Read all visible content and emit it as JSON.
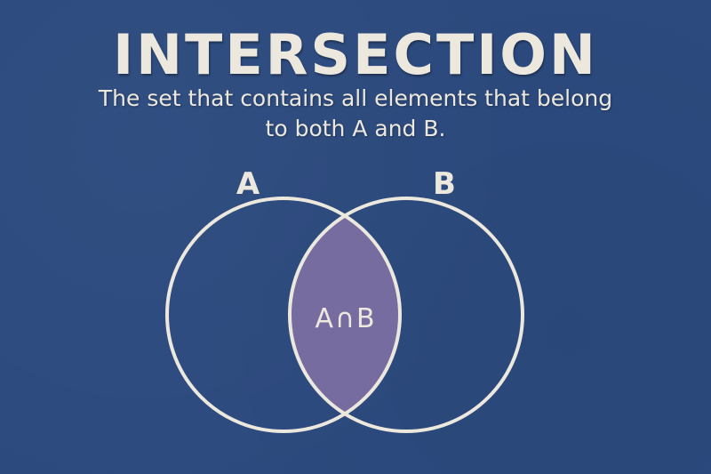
{
  "title": "INTERSECTION",
  "subtitle": {
    "line1": "The set that contains all elements that belong",
    "line2": "to both A and B."
  },
  "venn": {
    "set_a_label": "A",
    "set_b_label": "B",
    "intersection_label": "A∩B",
    "colors": {
      "background": "#2c4a7e",
      "stroke": "#ece8de",
      "intersection_fill": "#776c9f",
      "text": "#ece8de"
    }
  }
}
